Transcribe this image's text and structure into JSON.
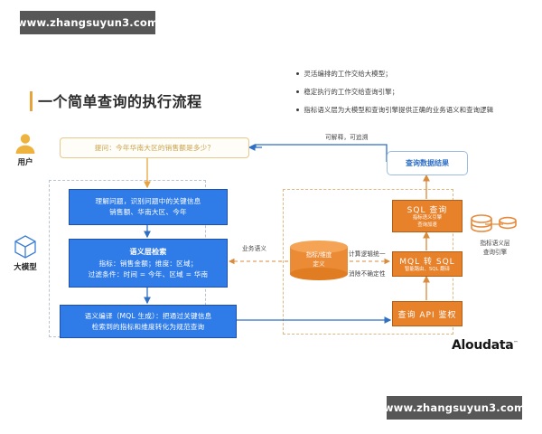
{
  "watermarks": {
    "top": "www.zhangsuyun3.com",
    "bottom": "www.zhangsuyun3.com"
  },
  "title": "一个简单查询的执行流程",
  "bullets": [
    "灵活编排的工作交给大模型；",
    "稳定执行的工作交给查询引擎；",
    "指标语义层为大模型和查询引擎提供正确的业务语义和查询逻辑"
  ],
  "rail": {
    "user_label": "用户",
    "llm_label": "大模型"
  },
  "question": "提问：今年华南大区的销售额是多少？",
  "llm_steps": {
    "understand": {
      "line1": "理解问题，识别问题中的关键信息",
      "line2": "销售额、华南大区、今年"
    },
    "retrieve": {
      "head": "语义层检索",
      "line1": "指标：销售金额；维度：区域；",
      "line2": "过滤条件：时间 = 今年、区域 = 华南"
    },
    "compile": {
      "line1": "语义编译（MQL 生成）：把通过关键信息",
      "line2": "检索到的指标和维度转化为规范查询"
    }
  },
  "result_pill": "查询数据结果",
  "engine_steps": [
    {
      "title": "SQL 查询",
      "sub1": "指标语义引擎",
      "sub2": "查询加速"
    },
    {
      "title": "MQL 转 SQL",
      "sub1": "智能路由、SQL 翻译",
      "sub2": ""
    },
    {
      "title": "查询 API 鉴权",
      "sub1": "",
      "sub2": ""
    }
  ],
  "definition_cylinder": {
    "line1": "指标/维度",
    "line2": "定义"
  },
  "engine_side_label": {
    "line1": "指标语义层",
    "line2": "查询引擎"
  },
  "connector_labels": {
    "traceable": "可解释，可追溯",
    "business_semantics": "业务语义",
    "unified_logic": "计算逻辑统一",
    "remove_uncertainty": "消除不确定性"
  },
  "brand": "Aloudata",
  "colors": {
    "blue": "#2f7ce8",
    "blue_border": "#1f4fa8",
    "orange": "#e8822a",
    "orange_border": "#b35f18",
    "gold": "#e8a33d",
    "watermark_bg": "#575757",
    "llm_zone_dash": "#b9c3d4",
    "engine_zone_dash": "#e0b77f"
  }
}
